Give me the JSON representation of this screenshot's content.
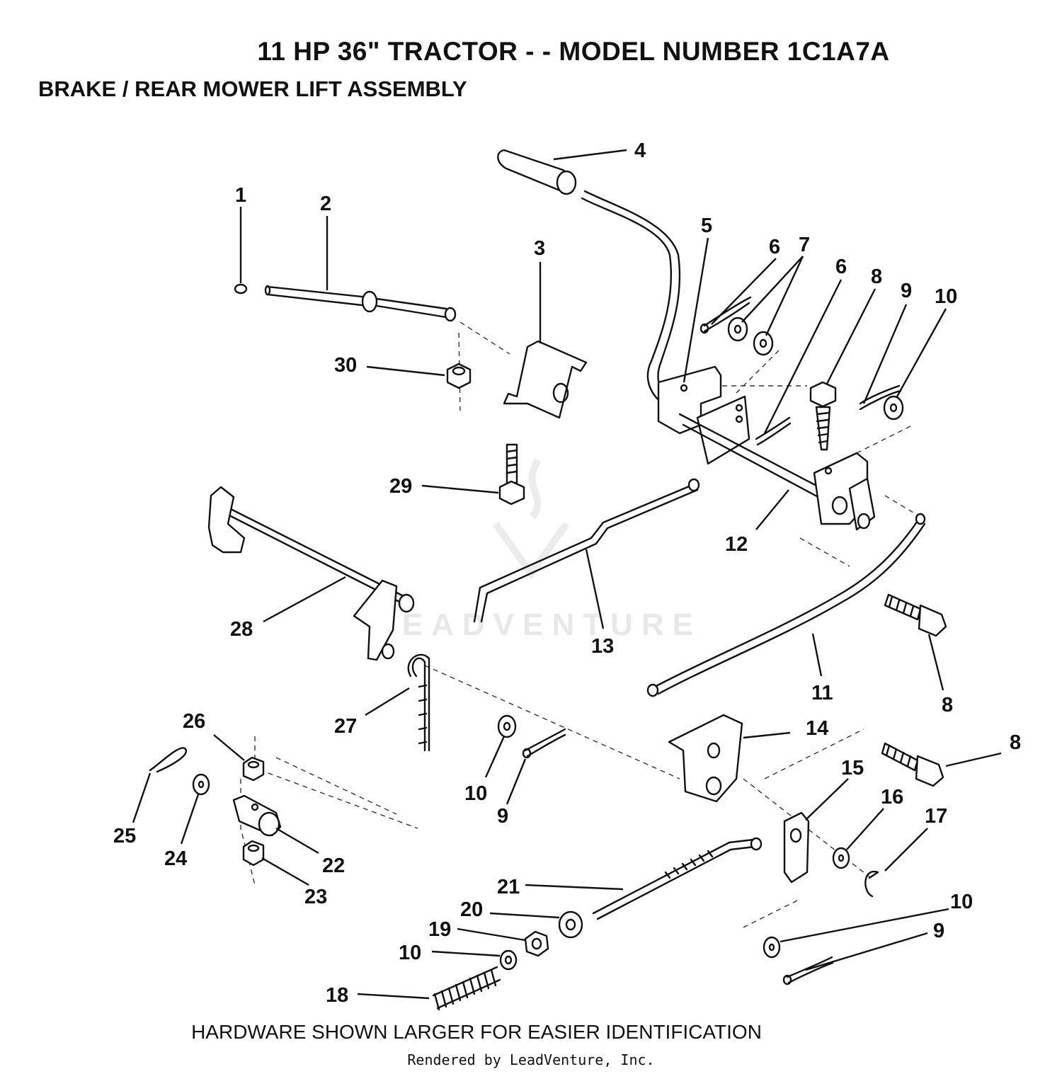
{
  "header": {
    "title": "11 HP 36\" TRACTOR - - MODEL NUMBER 1C1A7A",
    "subtitle": "BRAKE / REAR MOWER LIFT ASSEMBLY"
  },
  "watermark": "LEADVENTURE",
  "footer": {
    "note": "HARDWARE SHOWN LARGER FOR EASIER IDENTIFICATION",
    "rendered_by": "Rendered by LeadVenture, Inc."
  },
  "callouts": [
    {
      "id": "c1",
      "text": "1"
    },
    {
      "id": "c2",
      "text": "2"
    },
    {
      "id": "c3",
      "text": "3"
    },
    {
      "id": "c4",
      "text": "4"
    },
    {
      "id": "c5",
      "text": "5"
    },
    {
      "id": "c6a",
      "text": "6"
    },
    {
      "id": "c7",
      "text": "7"
    },
    {
      "id": "c6b",
      "text": "6"
    },
    {
      "id": "c8a",
      "text": "8"
    },
    {
      "id": "c9a",
      "text": "9"
    },
    {
      "id": "c10a",
      "text": "10"
    },
    {
      "id": "c30",
      "text": "30"
    },
    {
      "id": "c29",
      "text": "29"
    },
    {
      "id": "c12",
      "text": "12"
    },
    {
      "id": "c13",
      "text": "13"
    },
    {
      "id": "c28",
      "text": "28"
    },
    {
      "id": "c11",
      "text": "11"
    },
    {
      "id": "c8b",
      "text": "8"
    },
    {
      "id": "c27",
      "text": "27"
    },
    {
      "id": "c26",
      "text": "26"
    },
    {
      "id": "c14",
      "text": "14"
    },
    {
      "id": "c8c",
      "text": "8"
    },
    {
      "id": "c10b",
      "text": "10"
    },
    {
      "id": "c9b",
      "text": "9"
    },
    {
      "id": "c15",
      "text": "15"
    },
    {
      "id": "c25",
      "text": "25"
    },
    {
      "id": "c24",
      "text": "24"
    },
    {
      "id": "c22",
      "text": "22"
    },
    {
      "id": "c23",
      "text": "23"
    },
    {
      "id": "c16",
      "text": "16"
    },
    {
      "id": "c17",
      "text": "17"
    },
    {
      "id": "c21",
      "text": "21"
    },
    {
      "id": "c10c",
      "text": "10"
    },
    {
      "id": "c20",
      "text": "20"
    },
    {
      "id": "c19",
      "text": "19"
    },
    {
      "id": "c9c",
      "text": "9"
    },
    {
      "id": "c10d",
      "text": "10"
    },
    {
      "id": "c18",
      "text": "18"
    }
  ]
}
